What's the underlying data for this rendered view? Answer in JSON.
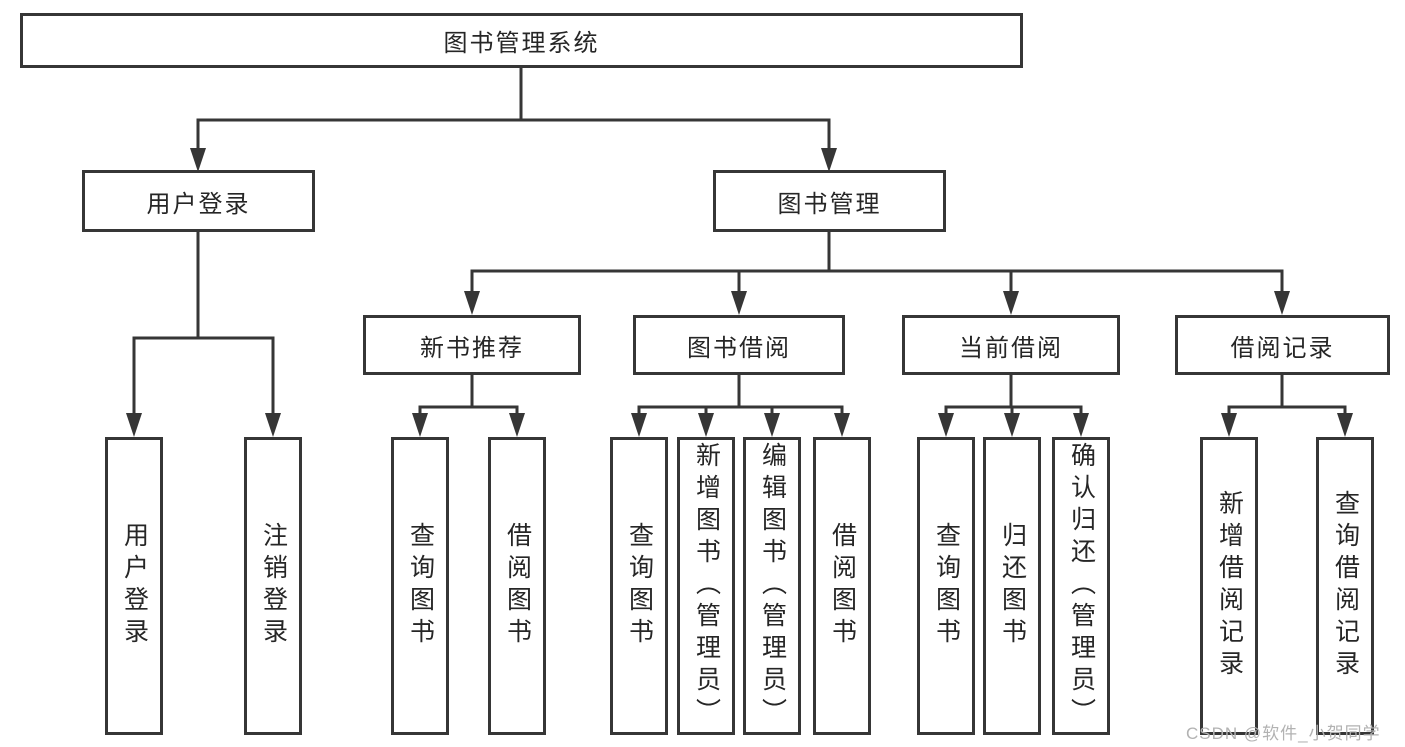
{
  "diagram": {
    "root": {
      "label": "图书管理系统"
    },
    "level2": [
      {
        "label": "用户登录"
      },
      {
        "label": "图书管理"
      }
    ],
    "level3": [
      {
        "label": "新书推荐",
        "parent": "图书管理"
      },
      {
        "label": "图书借阅",
        "parent": "图书管理"
      },
      {
        "label": "当前借阅",
        "parent": "图书管理"
      },
      {
        "label": "借阅记录",
        "parent": "图书管理"
      }
    ],
    "leaves": [
      {
        "label": "用户登录",
        "parent": "用户登录"
      },
      {
        "label": "注销登录",
        "parent": "用户登录"
      },
      {
        "label": "查询图书",
        "parent": "新书推荐"
      },
      {
        "label": "借阅图书",
        "parent": "新书推荐"
      },
      {
        "label": "查询图书",
        "parent": "图书借阅"
      },
      {
        "label": "新增图书（管理员）",
        "parent": "图书借阅"
      },
      {
        "label": "编辑图书（管理员）",
        "parent": "图书借阅"
      },
      {
        "label": "借阅图书",
        "parent": "图书借阅"
      },
      {
        "label": "查询图书",
        "parent": "当前借阅"
      },
      {
        "label": "归还图书",
        "parent": "当前借阅"
      },
      {
        "label": "确认归还（管理员）",
        "parent": "当前借阅"
      },
      {
        "label": "新增借阅记录",
        "parent": "借阅记录"
      },
      {
        "label": "查询借阅记录",
        "parent": "借阅记录"
      }
    ],
    "watermark": "CSDN @软件_小贺同学",
    "colors": {
      "line": "#363636",
      "border": "#363636",
      "text": "#262626",
      "background": "#ffffff",
      "watermark": "#b2b2b2"
    }
  }
}
